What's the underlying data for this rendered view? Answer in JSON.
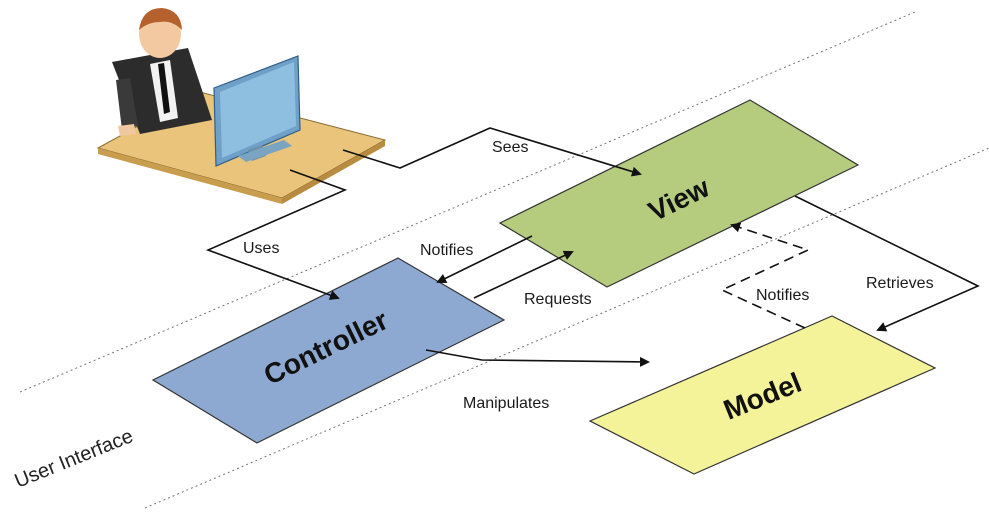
{
  "boxes": {
    "view": {
      "label": "View",
      "color": "#b5cc7f"
    },
    "controller": {
      "label": "Controller",
      "color": "#8ea9d1"
    },
    "model": {
      "label": "Model",
      "color": "#f4f39a"
    }
  },
  "edges": {
    "sees": "Sees",
    "uses": "Uses",
    "notifies_view_to_controller": "Notifies",
    "requests": "Requests",
    "notifies_model_to_view": "Notifies",
    "retrieves": "Retrieves",
    "manipulates": "Manipulates"
  },
  "region_label": "User Interface",
  "icons": [
    "user-at-desk-icon"
  ]
}
